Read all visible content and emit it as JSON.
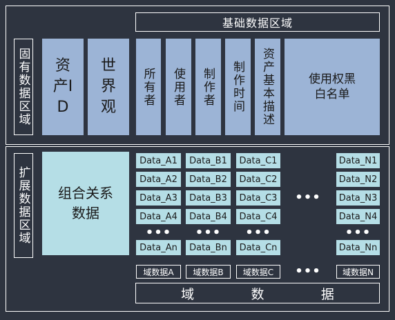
{
  "base_region": {
    "title": "基础数据区域",
    "fixed_label": "固有数据区域",
    "fields": [
      "资产ID",
      "世界观",
      "所有者",
      "使用者",
      "制作者",
      "制作时间",
      "资产基本描述",
      "使用权黑白名单"
    ]
  },
  "ext_region": {
    "label": "扩展数据区域",
    "relation_data": "组合关系数据",
    "columns": [
      {
        "cells": [
          "Data_A1",
          "Data_A2",
          "Data_A3",
          "Data_A4",
          "Data_An"
        ],
        "domain": "域数据A"
      },
      {
        "cells": [
          "Data_B1",
          "Data_B2",
          "Data_B3",
          "Data_B4",
          "Data_Bn"
        ],
        "domain": "域数据B"
      },
      {
        "cells": [
          "Data_C1",
          "Data_C2",
          "Data_C3",
          "Data_C4",
          "Data_Cn"
        ],
        "domain": "域数据C"
      },
      {
        "cells": [
          "Data_N1",
          "Data_N2",
          "Data_N3",
          "Data_N4",
          "Data_Nn"
        ],
        "domain": "域数据N"
      }
    ],
    "ellipsis": "•••",
    "bottom_label": [
      "域",
      "数",
      "据"
    ]
  }
}
